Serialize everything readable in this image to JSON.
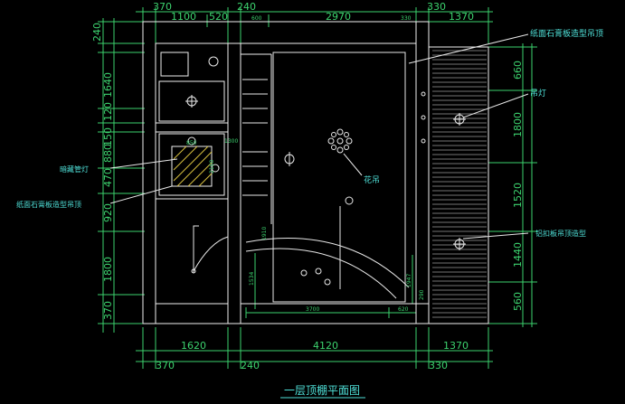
{
  "title": "一层顶棚平面图",
  "colors": {
    "background": "#000000",
    "dimension": "#3cd26e",
    "wall": "#f0f0f0",
    "label": "#4fe0d8",
    "fixture": "#e8e8e8",
    "accent": "#d8c040"
  },
  "dims": {
    "top_outer": [
      "370",
      "240",
      "330"
    ],
    "top_inner": [
      "1100",
      "520",
      "600",
      "2970",
      "330"
    ],
    "top_right": "1370",
    "bottom_inner": [
      "1620",
      "4120",
      "1370"
    ],
    "bottom_outer": [
      "370",
      "240",
      "330"
    ],
    "left": [
      "240",
      "1640",
      "120",
      "150",
      "880",
      "470",
      "920",
      "1800",
      "370"
    ],
    "right": [
      "660",
      "1800",
      "1520",
      "1440",
      "560"
    ],
    "inner": [
      "850",
      "2100",
      "1910",
      "1534",
      "1947",
      "3700",
      "620",
      "290",
      "1300"
    ]
  },
  "labels": {
    "ceiling_top": "纸面石膏板造型吊顶",
    "pendant": "吊灯",
    "pipe_light": "暗藏管灯",
    "ceiling_left": "纸面石膏板造型吊顶",
    "chandelier": "花吊",
    "metal_ceiling": "铝扣板吊顶造型"
  }
}
